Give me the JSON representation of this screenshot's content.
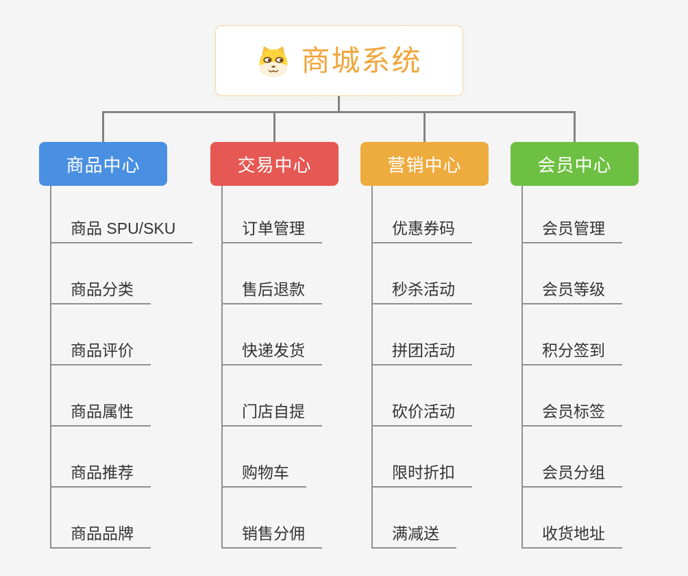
{
  "background": "#F5F5F5",
  "root": {
    "title": "商城系统",
    "accent_color": "#F0A63C",
    "icon": "dog-face-icon"
  },
  "branches": [
    {
      "slug": "product-center",
      "label": "商品中心",
      "color": "#4A90E2",
      "children": [
        "商品 SPU/SKU",
        "商品分类",
        "商品评价",
        "商品属性",
        "商品推荐",
        "商品品牌"
      ]
    },
    {
      "slug": "trade-center",
      "label": "交易中心",
      "color": "#E65853",
      "children": [
        "订单管理",
        "售后退款",
        "快递发货",
        "门店自提",
        "购物车",
        "销售分佣"
      ]
    },
    {
      "slug": "marketing-center",
      "label": "营销中心",
      "color": "#EEAB3E",
      "children": [
        "优惠券码",
        "秒杀活动",
        "拼团活动",
        "砍价活动",
        "限时折扣",
        "满减送"
      ]
    },
    {
      "slug": "member-center",
      "label": "会员中心",
      "color": "#6EC043",
      "children": [
        "会员管理",
        "会员等级",
        "积分签到",
        "会员标签",
        "会员分组",
        "收货地址"
      ]
    }
  ],
  "colors": {
    "connector": "#838383",
    "child_line": "#8F8F8F",
    "child_text": "#333333"
  }
}
